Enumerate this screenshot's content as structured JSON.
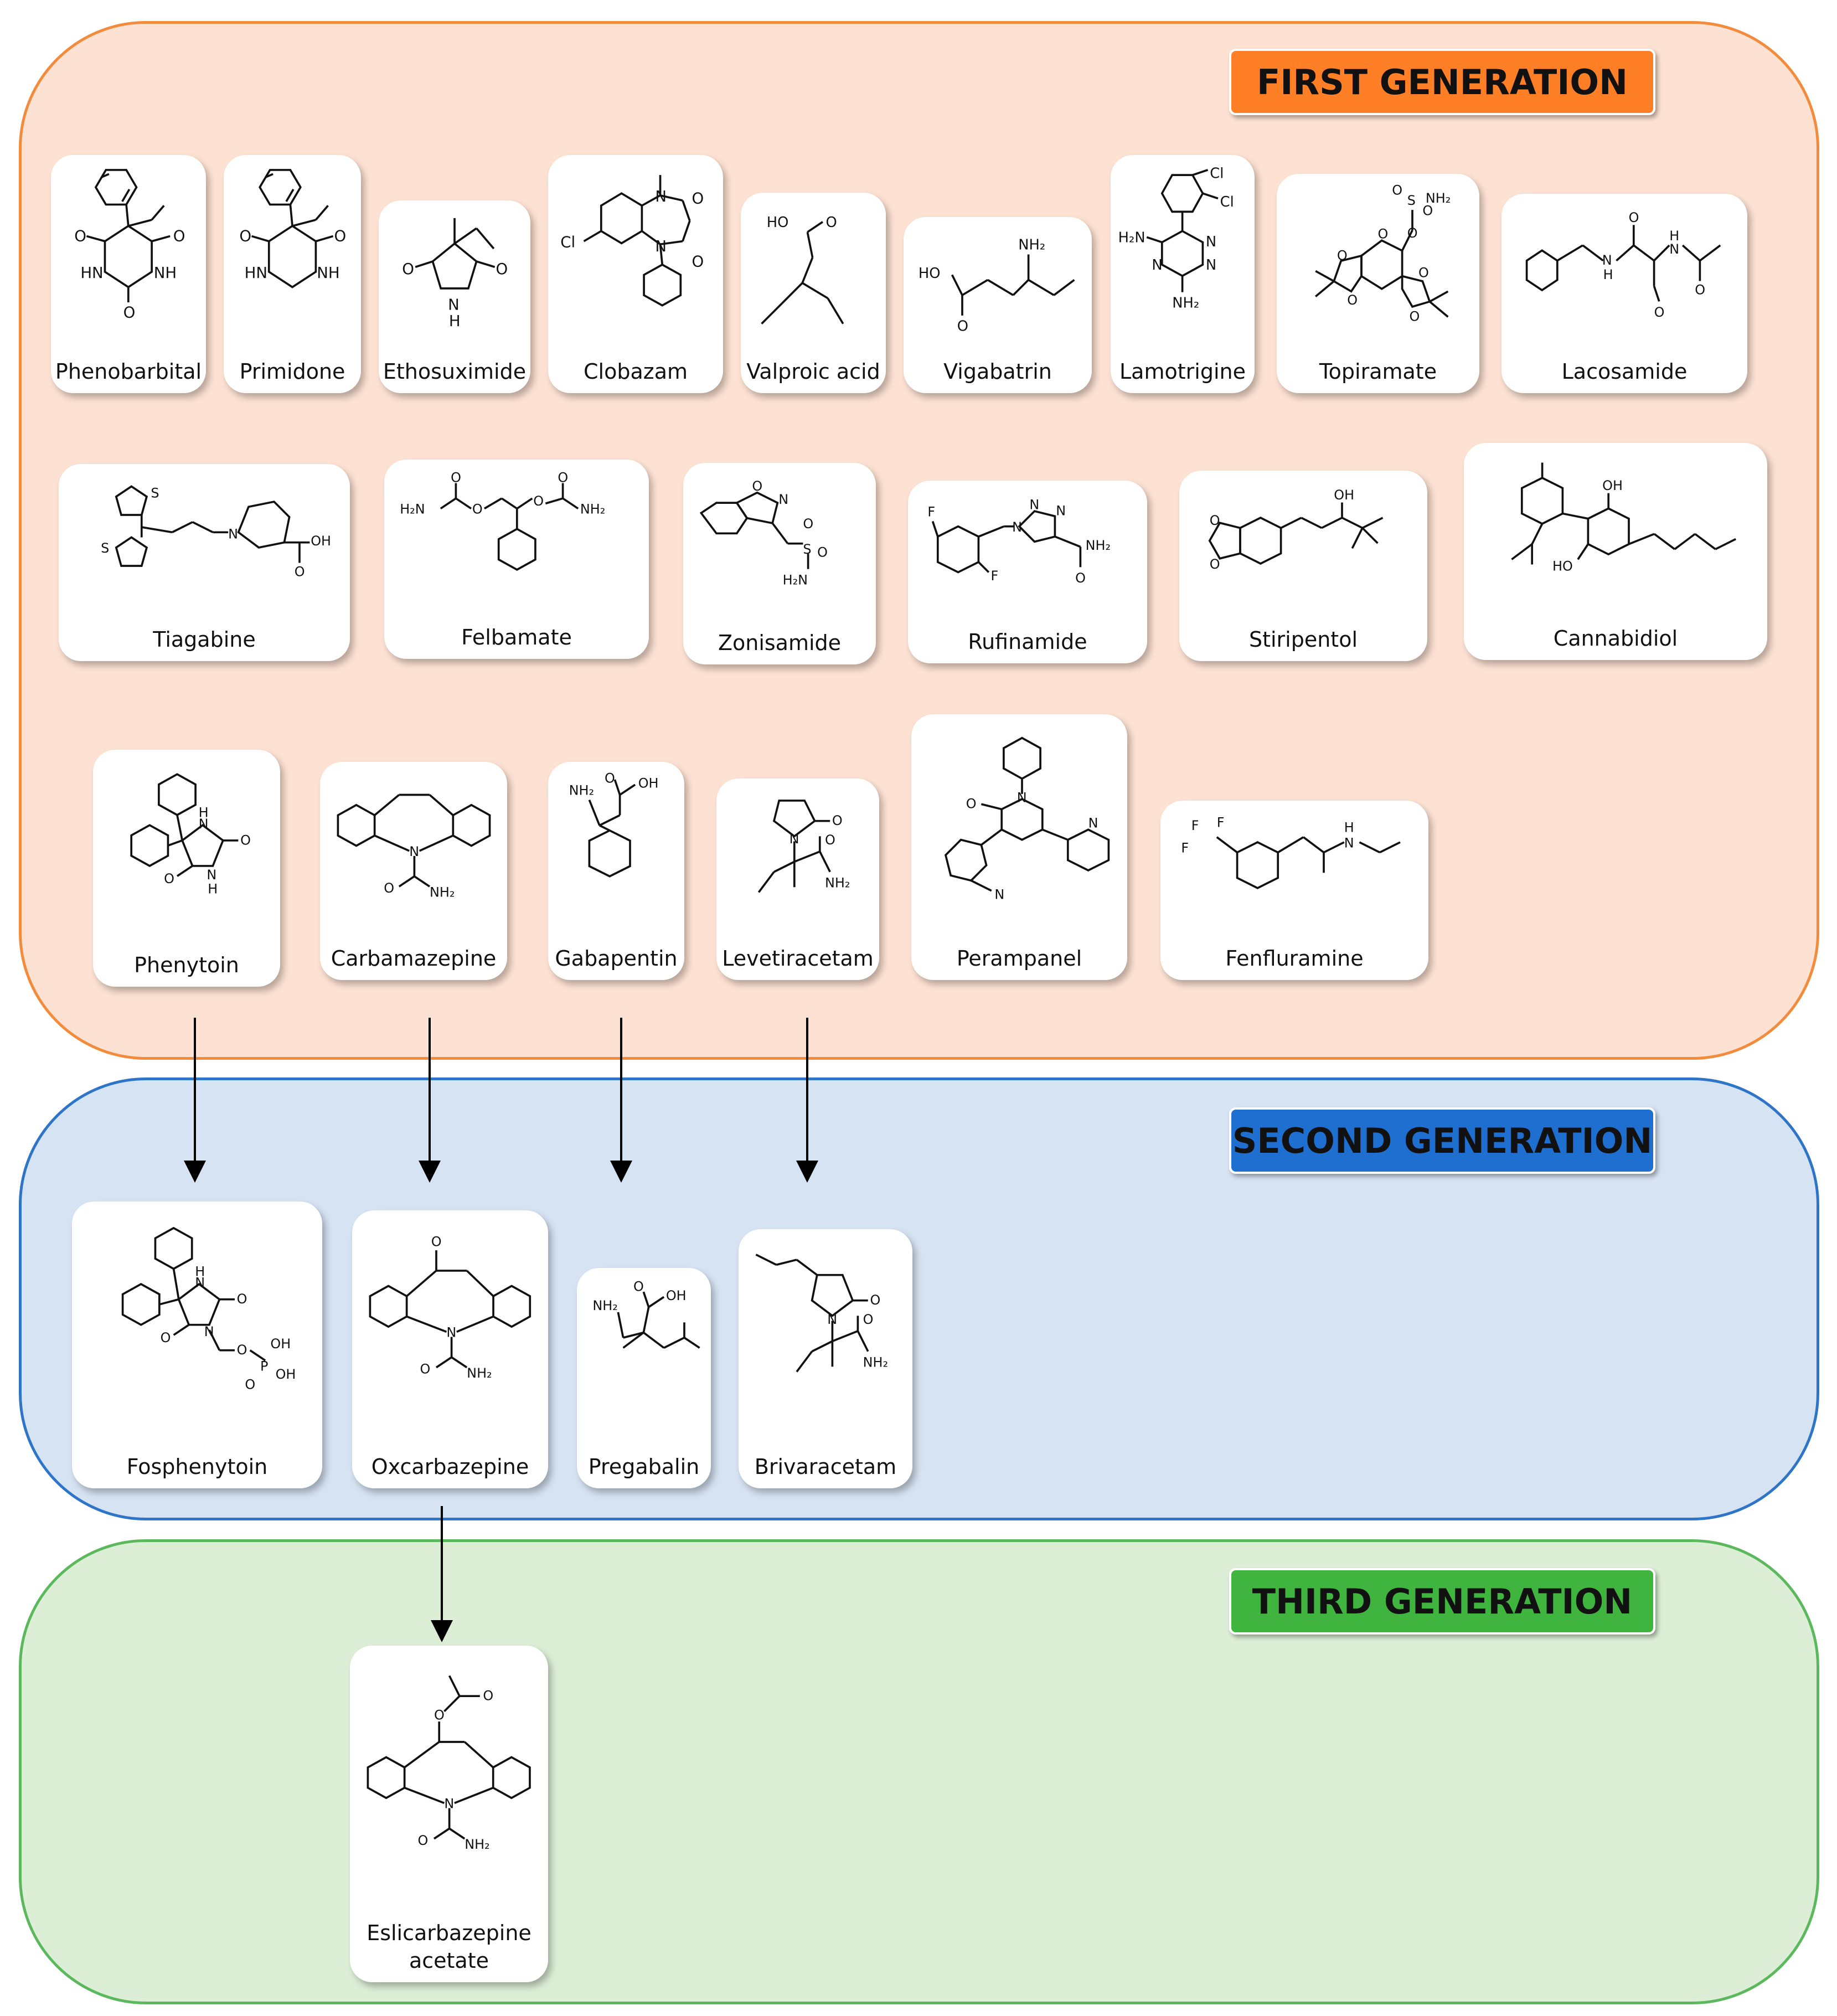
{
  "generations": {
    "first": {
      "label": "FIRST GENERATION",
      "panel_fill": "#fde2d3",
      "panel_border": "#f28c3c",
      "badge_fill": "#ff7f27"
    },
    "second": {
      "label": "SECOND GENERATION",
      "panel_fill": "#d6e3f3",
      "panel_border": "#2e75c8",
      "badge_fill": "#1f6fd1"
    },
    "third": {
      "label": "THIRD GENERATION",
      "panel_fill": "#dcefd6",
      "panel_border": "#5cb85c",
      "badge_fill": "#3fb53f"
    }
  },
  "drugs": {
    "phenobarbital": "Phenobarbital",
    "primidone": "Primidone",
    "ethosuximide": "Ethosuximide",
    "clobazam": "Clobazam",
    "valproic_acid": "Valproic acid",
    "vigabatrin": "Vigabatrin",
    "lamotrigine": "Lamotrigine",
    "topiramate": "Topiramate",
    "lacosamide": "Lacosamide",
    "tiagabine": "Tiagabine",
    "felbamate": "Felbamate",
    "zonisamide": "Zonisamide",
    "rufinamide": "Rufinamide",
    "stiripentol": "Stiripentol",
    "cannabidiol": "Cannabidiol",
    "phenytoin": "Phenytoin",
    "carbamazepine": "Carbamazepine",
    "gabapentin": "Gabapentin",
    "levetiracetam": "Levetiracetam",
    "perampanel": "Perampanel",
    "fenfluramine": "Fenfluramine",
    "fosphenytoin": "Fosphenytoin",
    "oxcarbazepine": "Oxcarbazepine",
    "pregabalin": "Pregabalin",
    "brivaracetam": "Brivaracetam",
    "eslicarbazepine": "Eslicarbazepine\nacetate"
  },
  "atom_labels": {
    "O": "O",
    "N": "N",
    "HN": "HN",
    "NH": "NH",
    "H": "H",
    "HO": "HO",
    "OH": "OH",
    "NH2": "NH₂",
    "H2N": "H₂N",
    "Cl": "Cl",
    "F": "F",
    "S": "S",
    "P": "P"
  },
  "derivations": [
    {
      "from": "Phenytoin",
      "to": "Fosphenytoin"
    },
    {
      "from": "Carbamazepine",
      "to": "Oxcarbazepine"
    },
    {
      "from": "Gabapentin",
      "to": "Pregabalin"
    },
    {
      "from": "Levetiracetam",
      "to": "Brivaracetam"
    },
    {
      "from": "Oxcarbazepine",
      "to": "Eslicarbazepine acetate"
    }
  ]
}
